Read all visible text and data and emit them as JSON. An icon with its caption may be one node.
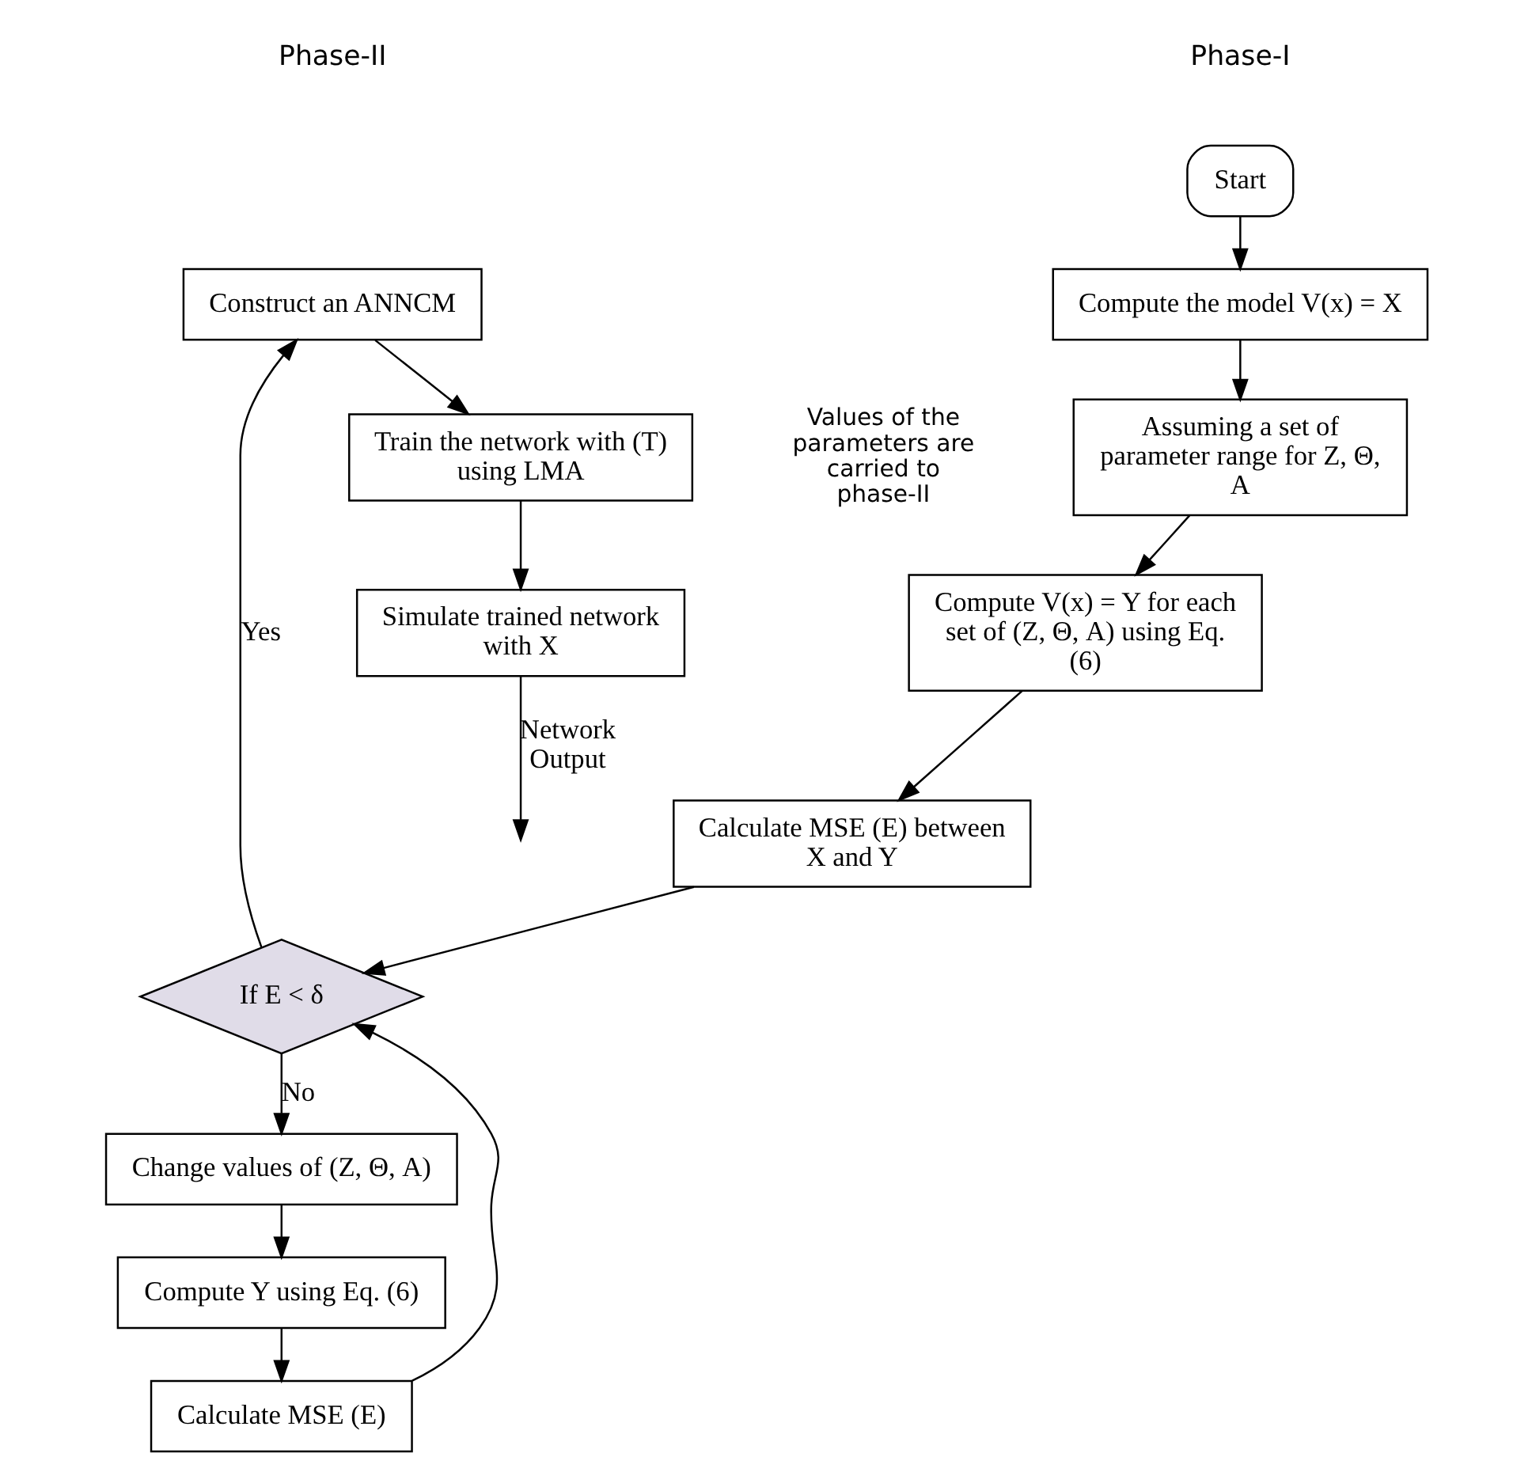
{
  "diagram": {
    "nodes": [
      {
        "text": [
          "Start"
        ]
      },
      {
        "text": [
          "Compute the model V(x) = X"
        ]
      },
      {
        "text": [
          "Assuming a set of parameter range for Z, Θ, A"
        ]
      },
      {
        "text": [
          "Compute V(x) = Y for each set of (Z, Θ, A) using Eq. (6)"
        ]
      },
      {
        "text": [
          "Calculate MSE (E) between X and Y"
        ]
      },
      {
        "text": [
          "If E < δ"
        ]
      },
      {
        "text": [
          "Change values of (Z, Θ, A)"
        ]
      },
      {
        "text": [
          "Compute Y using Eq. (6)"
        ]
      },
      {
        "text": [
          "Calculate MSE (E)"
        ]
      },
      {
        "text": [
          "Construct an ANNCM"
        ]
      },
      {
        "text": [
          "Train the network with (T) using LMA"
        ]
      },
      {
        "text": [
          "Simulate trained network with X"
        ]
      }
    ],
    "edges": [
      {
        "from": 0,
        "to": 1,
        "arrow": "to"
      },
      {
        "from": 1,
        "to": 2,
        "arrow": "to"
      },
      {
        "from": 2,
        "to": 3,
        "arrow": "to"
      },
      {
        "from": 3,
        "to": 4,
        "arrow": "to"
      },
      {
        "from": 4,
        "to": 5,
        "arrow": "to"
      },
      {
        "from": 5,
        "to": 6,
        "arrow": "to",
        "label": "No"
      },
      {
        "from": 6,
        "to": 7,
        "arrow": "to"
      },
      {
        "from": 7,
        "to": 8,
        "arrow": "to"
      },
      {
        "from": 8,
        "to": 5,
        "arrow": "to"
      },
      {
        "from": 5,
        "to": 9,
        "arrow": "to",
        "label": "Yes"
      },
      {
        "from": 9,
        "to": 10,
        "arrow": "to"
      },
      {
        "from": 10,
        "to": 11,
        "arrow": "to"
      },
      {
        "from": 11,
        "to": null,
        "arrow": "to",
        "label": "Network Output"
      }
    ],
    "labels": [
      "Phase-I",
      "Phase-II",
      "Values of the parameters are carried to phase-II"
    ]
  }
}
